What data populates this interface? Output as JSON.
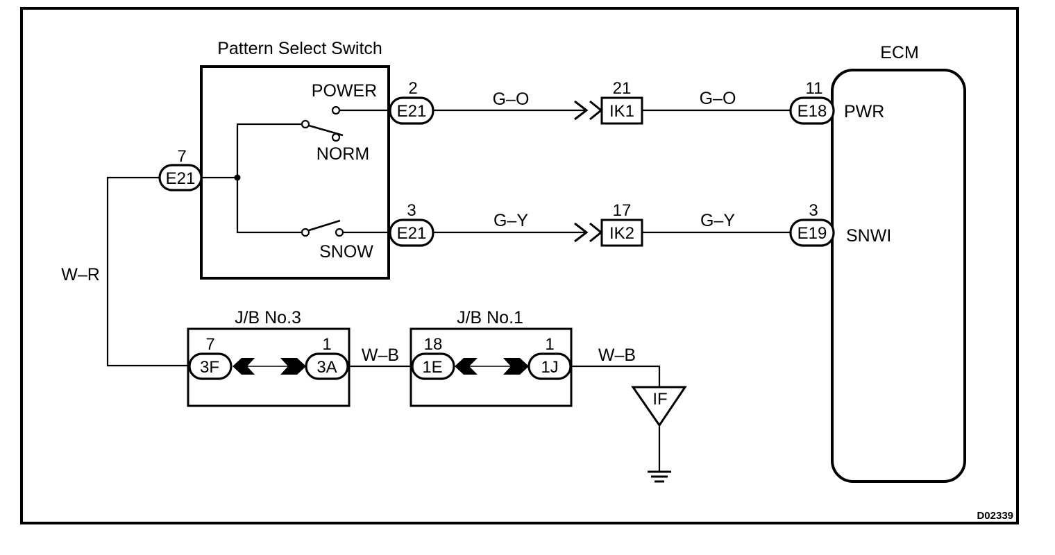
{
  "diagram_id": "D02339",
  "components": {
    "pattern_switch": {
      "title": "Pattern Select Switch",
      "positions": {
        "power": "POWER",
        "norm": "NORM",
        "snow": "SNOW"
      },
      "connectors": [
        {
          "code": "E21",
          "pin": "7"
        },
        {
          "code": "E21",
          "pin": "2"
        },
        {
          "code": "E21",
          "pin": "3"
        }
      ]
    },
    "ecm": {
      "title": "ECM",
      "terminals": [
        {
          "connector": "E18",
          "pin": "11",
          "signal": "PWR"
        },
        {
          "connector": "E19",
          "pin": "3",
          "signal": "SNWI"
        }
      ]
    },
    "inline_connectors": [
      {
        "code": "IK1",
        "pin": "21"
      },
      {
        "code": "IK2",
        "pin": "17"
      }
    ],
    "jb3": {
      "title": "J/B No.3",
      "left": {
        "code": "3F",
        "pin": "7"
      },
      "right": {
        "code": "3A",
        "pin": "1"
      }
    },
    "jb1": {
      "title": "J/B No.1",
      "left": {
        "code": "1E",
        "pin": "18"
      },
      "right": {
        "code": "1J",
        "pin": "1"
      }
    },
    "ground": {
      "code": "IF"
    }
  },
  "wires": {
    "power_switch_to_ik1": "G–O",
    "ik1_to_ecm": "G–O",
    "snow_switch_to_ik2": "G–Y",
    "ik2_to_ecm": "G–Y",
    "switch_to_jb3": "W–R",
    "jb3_to_jb1": "W–B",
    "jb1_to_ground": "W–B"
  }
}
